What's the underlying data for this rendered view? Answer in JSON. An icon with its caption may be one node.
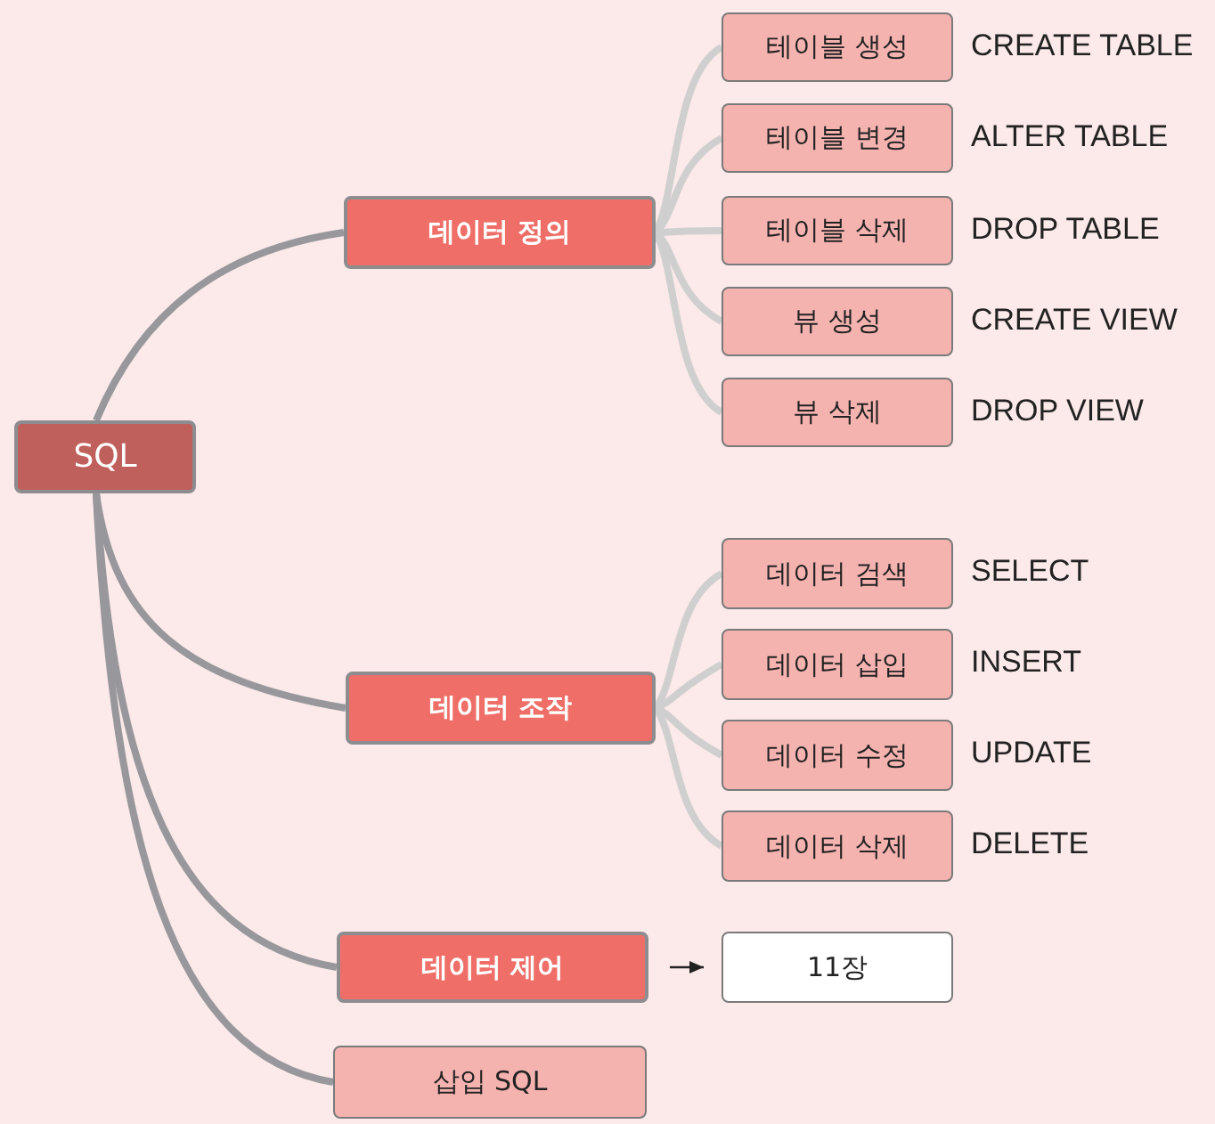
{
  "diagram": {
    "nodes": [
      {
        "text": [
          "SQL"
        ]
      },
      {
        "text": [
          "데이터 정의"
        ]
      },
      {
        "text": [
          "테이블 생성"
        ],
        "beside": [
          "CREATE TABLE"
        ]
      },
      {
        "text": [
          "테이블 변경"
        ],
        "beside": [
          "ALTER TABLE"
        ]
      },
      {
        "text": [
          "테이블 삭제"
        ],
        "beside": [
          "DROP TABLE"
        ]
      },
      {
        "text": [
          "뷰 생성"
        ],
        "beside": [
          "CREATE VIEW"
        ]
      },
      {
        "text": [
          "뷰 삭제"
        ],
        "beside": [
          "DROP VIEW"
        ]
      },
      {
        "text": [
          "데이터 조작"
        ]
      },
      {
        "text": [
          "데이터 검색"
        ],
        "beside": [
          "SELECT"
        ]
      },
      {
        "text": [
          "데이터 삽입"
        ],
        "beside": [
          "INSERT"
        ]
      },
      {
        "text": [
          "데이터 수정"
        ],
        "beside": [
          "UPDATE"
        ]
      },
      {
        "text": [
          "데이터 삭제"
        ],
        "beside": [
          "DELETE"
        ]
      },
      {
        "text": [
          "데이터 제어"
        ]
      },
      {
        "text": [
          "11장"
        ]
      },
      {
        "text": [
          "삽입 SQL"
        ]
      }
    ],
    "edges": [
      {
        "from": 0,
        "to": 1,
        "arrow": "none",
        "color": "#98989c"
      },
      {
        "from": 1,
        "to": 2,
        "arrow": "none"
      },
      {
        "from": 1,
        "to": 3,
        "arrow": "none"
      },
      {
        "from": 1,
        "to": 4,
        "arrow": "none"
      },
      {
        "from": 1,
        "to": 5,
        "arrow": "none"
      },
      {
        "from": 1,
        "to": 6,
        "arrow": "none"
      },
      {
        "from": 0,
        "to": 7,
        "arrow": "none",
        "color": "#98989c"
      },
      {
        "from": 7,
        "to": 8,
        "arrow": "none"
      },
      {
        "from": 7,
        "to": 9,
        "arrow": "none"
      },
      {
        "from": 7,
        "to": 10,
        "arrow": "none"
      },
      {
        "from": 7,
        "to": 11,
        "arrow": "none"
      },
      {
        "from": 0,
        "to": 12,
        "arrow": "none",
        "color": "#98989c"
      },
      {
        "from": 12,
        "to": 13,
        "arrow": "to",
        "color": "#222222"
      },
      {
        "from": 0,
        "to": 14,
        "arrow": "none",
        "color": "#98989c"
      }
    ]
  }
}
